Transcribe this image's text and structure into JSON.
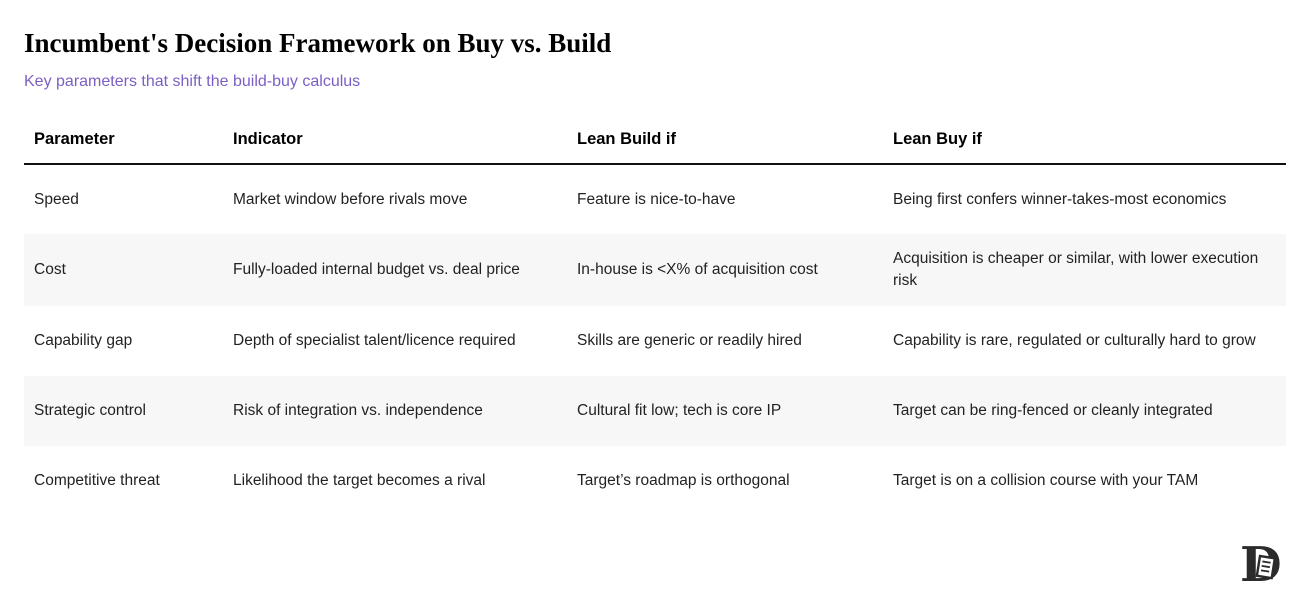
{
  "chart_data": {
    "type": "table",
    "title": "Incumbent's Decision Framework on Buy vs. Build",
    "subtitle": "Key parameters that shift the build-buy calculus",
    "columns": [
      "Parameter",
      "Indicator",
      "Lean Build if",
      "Lean Buy if"
    ],
    "rows": [
      [
        "Speed",
        "Market window before rivals move",
        "Feature is nice-to-have",
        "Being first confers winner-takes-most economics"
      ],
      [
        "Cost",
        "Fully-loaded internal budget vs. deal price",
        "In-house is <X% of acquisition cost",
        "Acquisition is cheaper or similar, with lower execution risk"
      ],
      [
        "Capability gap",
        "Depth of specialist talent/licence required",
        "Skills are generic or readily hired",
        "Capability is rare, regulated or culturally hard to grow"
      ],
      [
        "Strategic control",
        "Risk of integration vs. independence",
        "Cultural fit low; tech is core IP",
        "Target can be ring-fenced or cleanly integrated"
      ],
      [
        "Competitive threat",
        "Likelihood the target becomes a rival",
        "Target’s roadmap is orthogonal",
        "Target is on a collision course with your TAM"
      ]
    ],
    "layout": {
      "row_striping": "alternate rows light gray starting with second data row",
      "header_rule": "thick black line under header"
    }
  },
  "colors": {
    "subtitle_purple": "#7b5fc6",
    "stripe_gray": "#f7f7f7",
    "header_border": "#111111",
    "title_black": "#000000",
    "body_text": "#222222",
    "logo_ink": "#2b2b2b"
  },
  "footer": {
    "logo_name": "publication-monogram-d"
  }
}
